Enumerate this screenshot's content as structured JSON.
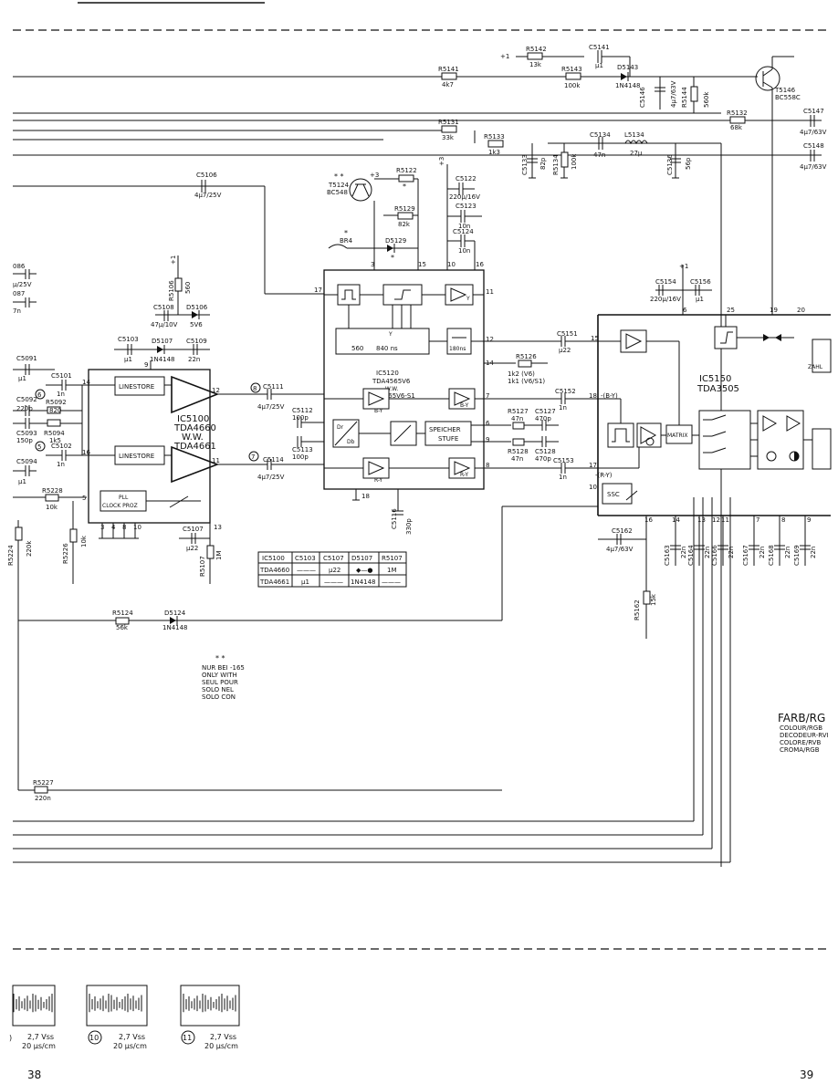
{
  "page": {
    "left_number": "38",
    "right_number": "39"
  },
  "components": {
    "r5142": {
      "name": "R5142",
      "value": "13k"
    },
    "c5141": {
      "name": "C5141",
      "value": "µ1"
    },
    "r5141": {
      "name": "R5141",
      "value": "4k7"
    },
    "r5143": {
      "name": "R5143",
      "value": "100k"
    },
    "d5143": {
      "name": "D5143",
      "value": "1N4148"
    },
    "c5146": {
      "name": "C5146",
      "value": "4µ7/63V"
    },
    "r5144": {
      "name": "R5144",
      "value": "560k"
    },
    "t5146": {
      "name": "T5146",
      "value": "BC558C"
    },
    "r5131": {
      "name": "R5131",
      "value": "33k"
    },
    "r5132": {
      "name": "R5132",
      "value": "68k"
    },
    "c5147": {
      "name": "C5147",
      "value": "4µ7/63V"
    },
    "r5133": {
      "name": "R5133",
      "value": "1k3"
    },
    "c5133": {
      "name": "C5133",
      "value": "82p"
    },
    "r5134": {
      "name": "R5134",
      "value": "100k"
    },
    "c5134": {
      "name": "C5134",
      "value": "47n"
    },
    "l5134": {
      "name": "L5134",
      "value": "27µ"
    },
    "c5136": {
      "name": "C5136",
      "value": "56p"
    },
    "c5148": {
      "name": "C5148",
      "value": "4µ7/63V"
    },
    "c5106": {
      "name": "C5106",
      "value": "4µ7/25V"
    },
    "t5124": {
      "name": "T5124",
      "value": "BC548"
    },
    "r5122": {
      "name": "R5122"
    },
    "c5122": {
      "name": "C5122",
      "value": "220µ/16V"
    },
    "r5129": {
      "name": "R5129",
      "value": "82k"
    },
    "c5123": {
      "name": "C5123",
      "value": "10n"
    },
    "c5124": {
      "name": "C5124",
      "value": "10n"
    },
    "br4": {
      "name": "BR4"
    },
    "d5129": {
      "name": "D5129"
    },
    "r5106": {
      "name": "R5106",
      "value": "560"
    },
    "c5108": {
      "name": "C5108",
      "value": "47µ/10V"
    },
    "d5106": {
      "name": "D5106",
      "value": "5V6"
    },
    "c5103": {
      "name": "C5103",
      "value": "µ1"
    },
    "d5107": {
      "name": "D5107",
      "value": "1N4148"
    },
    "c5109": {
      "name": "C5109",
      "value": "22n"
    },
    "c5154": {
      "name": "C5154",
      "value": "220µ/16V"
    },
    "c5156": {
      "name": "C5156",
      "value": "µ1"
    },
    "c5151": {
      "name": "C5151",
      "value": "µ22"
    },
    "r5126": {
      "name": "R5126"
    },
    "c5091": {
      "name": "C5091",
      "value": "µ1"
    },
    "c5101": {
      "name": "C5101",
      "value": "1n"
    },
    "c5092": {
      "name": "C5092",
      "value": "220p"
    },
    "r5092": {
      "name": "R5092",
      "value": "820"
    },
    "r5094": {
      "name": "R5094",
      "value": "1k5"
    },
    "c5093": {
      "name": "C5093",
      "value": "150p"
    },
    "c5102": {
      "name": "C5102",
      "value": "1n"
    },
    "c5094": {
      "name": "C5094",
      "value": "µ1"
    },
    "c5111": {
      "name": "C5111",
      "value": "4µ7/25V"
    },
    "c5112": {
      "name": "C5112",
      "value": "100p"
    },
    "c5113": {
      "name": "C5113",
      "value": "100p"
    },
    "c5114": {
      "name": "C5114",
      "value": "4µ7/25V"
    },
    "c5152": {
      "name": "C5152",
      "value": "1n"
    },
    "r5127": {
      "name": "R5127",
      "value": "47n"
    },
    "c5127": {
      "name": "C5127",
      "value": "470p"
    },
    "r5128": {
      "name": "R5128",
      "value": "47n"
    },
    "c5128": {
      "name": "C5128",
      "value": "470p"
    },
    "c5153": {
      "name": "C5153",
      "value": "1n"
    },
    "r5228": {
      "name": "R5228",
      "value": "10k"
    },
    "r5224": {
      "name": "R5224",
      "value": "220k"
    },
    "r5226": {
      "name": "R5226",
      "value": "10k"
    },
    "c5107": {
      "name": "C5107",
      "value": "µ22"
    },
    "r5107": {
      "name": "R5107",
      "value": "1M"
    },
    "c5116": {
      "name": "C5116",
      "value": "330p"
    },
    "c5162": {
      "name": "C5162",
      "value": "4µ7/63V"
    },
    "c5163": {
      "name": "C5163",
      "value": "22n"
    },
    "c5164": {
      "name": "C5164",
      "value": "22n"
    },
    "c5166": {
      "name": "C5166",
      "value": "22n"
    },
    "c5167": {
      "name": "C5167",
      "value": "22n"
    },
    "c5168": {
      "name": "C5168",
      "value": "22n"
    },
    "c5169": {
      "name": "C5169",
      "value": "22n"
    },
    "r5162": {
      "name": "R5162",
      "value": "15k"
    },
    "r5124": {
      "name": "R5124",
      "value": "56k"
    },
    "d5124": {
      "name": "D5124",
      "value": "1N4148"
    },
    "r5227": {
      "name": "R5227",
      "value": "220n"
    }
  },
  "ic5100": {
    "name": "IC5100",
    "type": "TDA4660",
    "alt_label": "W.W.",
    "alt_type": "TDA4661",
    "linestore": "LINESTORE",
    "pll": "PLL",
    "clock": "CLOCK PROZ"
  },
  "ic5120": {
    "name": "IC5120",
    "type": "TDA4565V6",
    "alt_label": "W.W.",
    "alt_type": "TDA4565V6-S1",
    "delay_a": "560",
    "delay_b": "840 ns",
    "delay_c": "180ns",
    "speicher_1": "SPEICHER",
    "speicher_2": "STUFE",
    "by": "B-Y",
    "ry": "R-Y",
    "y": "Y",
    "dr": "Dr",
    "db": "Db"
  },
  "ic5150": {
    "name": "IC5150",
    "type": "TDA3505",
    "matrix": "MATRIX",
    "ssc": "SSC",
    "zahl": "ZAHL"
  },
  "net_labels": {
    "by_in": "-(B-Y)",
    "ry_in": "-(R-Y)",
    "plus1": "+1",
    "plus3": "+3",
    "stars": "* *",
    "star": "*",
    "res_alt_1": "1k2 (V6)",
    "res_alt_2": "1k1 (V6/S1)"
  },
  "note": {
    "stars": "* *",
    "lines": [
      "NUR BEI -165",
      "ONLY WITH",
      "SEUL POUR",
      "SOLO NEL",
      "SOLO CON"
    ]
  },
  "table": {
    "headers": [
      "IC5100",
      "C5103",
      "C5107",
      "D5107",
      "R5107"
    ],
    "rows": [
      [
        "TDA4660",
        "———",
        "µ22",
        "◆—●",
        "1M"
      ],
      [
        "TDA4661",
        "µ1",
        "———",
        "1N4148",
        "———"
      ]
    ]
  },
  "section_title": {
    "main": "FARB/RG",
    "lines": [
      "COLOUR/RGB",
      "DECODEUR-RVI",
      "COLORE/RVB",
      "CROMA/RGB"
    ]
  },
  "waveforms": [
    {
      "number": "10",
      "vss": "2,7 Vss",
      "time": "20 µs/cm"
    },
    {
      "number": "11",
      "vss": "2,7 Vss",
      "time": "20 µs/cm"
    },
    {
      "number": "",
      "vss": "2,7 Vss",
      "time": "20 µs/cm"
    }
  ],
  "markers": [
    "5",
    "6",
    "7",
    "8"
  ]
}
